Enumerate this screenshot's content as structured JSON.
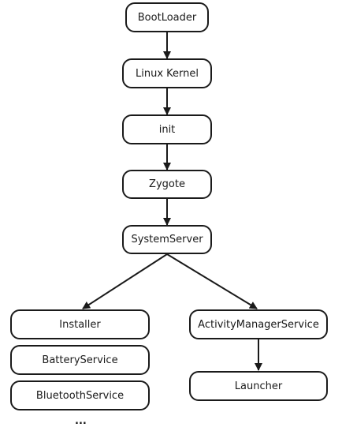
{
  "diagram": {
    "nodes": {
      "bootloader": "BootLoader",
      "linux_kernel": "Linux Kernel",
      "init": "init",
      "zygote": "Zygote",
      "system_server": "SystemServer",
      "installer": "Installer",
      "battery_service": "BatteryService",
      "bluetooth_service": "BluetoothService",
      "activity_manager_service": "ActivityManagerService",
      "launcher": "Launcher"
    },
    "more_indicator": "...",
    "edges": [
      {
        "from": "bootloader",
        "to": "linux_kernel"
      },
      {
        "from": "linux_kernel",
        "to": "init"
      },
      {
        "from": "init",
        "to": "zygote"
      },
      {
        "from": "zygote",
        "to": "system_server"
      },
      {
        "from": "system_server",
        "to": "installer"
      },
      {
        "from": "system_server",
        "to": "activity_manager_service"
      },
      {
        "from": "activity_manager_service",
        "to": "launcher"
      }
    ]
  }
}
